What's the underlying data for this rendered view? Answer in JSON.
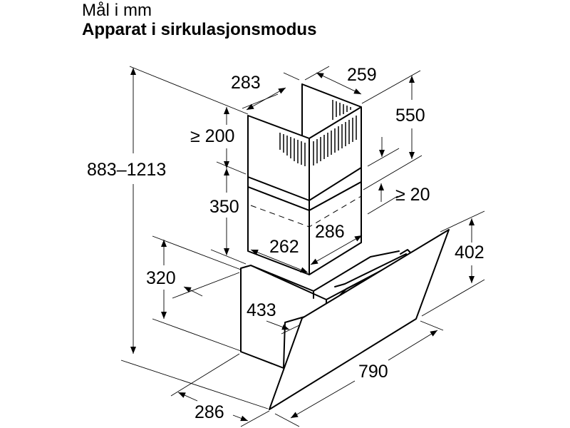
{
  "header": {
    "subtitle": "Mål i mm",
    "title": "Apparat i sirkulasjonsmodus"
  },
  "dimensions": {
    "total_height": "883–1213",
    "chimney_depth_top": "283",
    "chimney_width_top": "259",
    "upper_chimney_min_gap": "≥ 200",
    "upper_chimney_height": "550",
    "lower_chimney_height": "350",
    "overlap_min": "≥ 20",
    "lower_chimney_width": "262",
    "lower_chimney_depth": "286",
    "hood_height": "402",
    "body_height": "320",
    "body_depth": "433",
    "hood_width": "790",
    "bottom_depth": "286"
  },
  "colors": {
    "line": "#000000",
    "background": "#ffffff"
  }
}
